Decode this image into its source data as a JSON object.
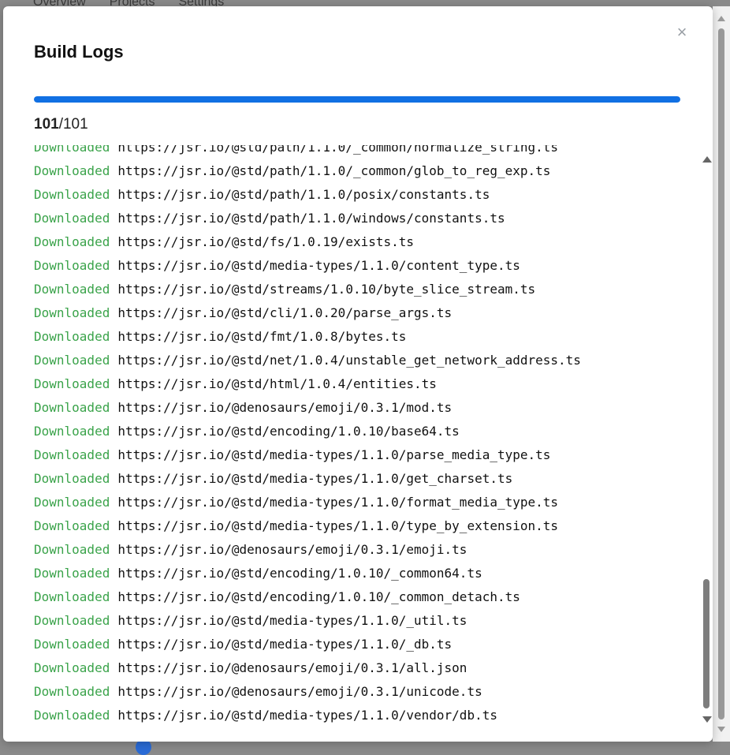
{
  "backdrop": {
    "tabs": [
      "Overview",
      "Projects",
      "Settings"
    ]
  },
  "modal": {
    "title": "Build Logs",
    "close_icon": "close-icon",
    "progress": {
      "done": "101",
      "separator": "/",
      "total": "101",
      "fraction": 1.0,
      "color": "#1170e3"
    },
    "status_color": "#3aa34a",
    "logs": [
      {
        "status": "Downloaded",
        "url": "https://jsr.io/@std/path/1.1.0/_common/normalize_string.ts"
      },
      {
        "status": "Downloaded",
        "url": "https://jsr.io/@std/path/1.1.0/_common/glob_to_reg_exp.ts"
      },
      {
        "status": "Downloaded",
        "url": "https://jsr.io/@std/path/1.1.0/posix/constants.ts"
      },
      {
        "status": "Downloaded",
        "url": "https://jsr.io/@std/path/1.1.0/windows/constants.ts"
      },
      {
        "status": "Downloaded",
        "url": "https://jsr.io/@std/fs/1.0.19/exists.ts"
      },
      {
        "status": "Downloaded",
        "url": "https://jsr.io/@std/media-types/1.1.0/content_type.ts"
      },
      {
        "status": "Downloaded",
        "url": "https://jsr.io/@std/streams/1.0.10/byte_slice_stream.ts"
      },
      {
        "status": "Downloaded",
        "url": "https://jsr.io/@std/cli/1.0.20/parse_args.ts"
      },
      {
        "status": "Downloaded",
        "url": "https://jsr.io/@std/fmt/1.0.8/bytes.ts"
      },
      {
        "status": "Downloaded",
        "url": "https://jsr.io/@std/net/1.0.4/unstable_get_network_address.ts"
      },
      {
        "status": "Downloaded",
        "url": "https://jsr.io/@std/html/1.0.4/entities.ts"
      },
      {
        "status": "Downloaded",
        "url": "https://jsr.io/@denosaurs/emoji/0.3.1/mod.ts"
      },
      {
        "status": "Downloaded",
        "url": "https://jsr.io/@std/encoding/1.0.10/base64.ts"
      },
      {
        "status": "Downloaded",
        "url": "https://jsr.io/@std/media-types/1.1.0/parse_media_type.ts"
      },
      {
        "status": "Downloaded",
        "url": "https://jsr.io/@std/media-types/1.1.0/get_charset.ts"
      },
      {
        "status": "Downloaded",
        "url": "https://jsr.io/@std/media-types/1.1.0/format_media_type.ts"
      },
      {
        "status": "Downloaded",
        "url": "https://jsr.io/@std/media-types/1.1.0/type_by_extension.ts"
      },
      {
        "status": "Downloaded",
        "url": "https://jsr.io/@denosaurs/emoji/0.3.1/emoji.ts"
      },
      {
        "status": "Downloaded",
        "url": "https://jsr.io/@std/encoding/1.0.10/_common64.ts"
      },
      {
        "status": "Downloaded",
        "url": "https://jsr.io/@std/encoding/1.0.10/_common_detach.ts"
      },
      {
        "status": "Downloaded",
        "url": "https://jsr.io/@std/media-types/1.1.0/_util.ts"
      },
      {
        "status": "Downloaded",
        "url": "https://jsr.io/@std/media-types/1.1.0/_db.ts"
      },
      {
        "status": "Downloaded",
        "url": "https://jsr.io/@denosaurs/emoji/0.3.1/all.json"
      },
      {
        "status": "Downloaded",
        "url": "https://jsr.io/@denosaurs/emoji/0.3.1/unicode.ts"
      },
      {
        "status": "Downloaded",
        "url": "https://jsr.io/@std/media-types/1.1.0/vendor/db.ts"
      }
    ]
  }
}
